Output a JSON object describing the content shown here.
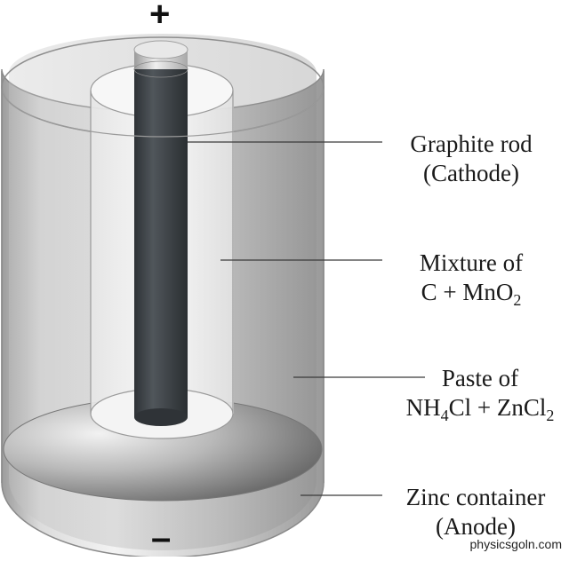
{
  "diagram": {
    "terminals": {
      "positive": "+",
      "negative": "–"
    },
    "labels": {
      "graphite_rod": {
        "line1": "Graphite rod",
        "line2": "(Cathode)"
      },
      "mixture": {
        "line1": "Mixture of",
        "line2_a": "C + MnO",
        "line2_sub": "2"
      },
      "paste": {
        "line1": "Paste of",
        "line2_a": "NH",
        "line2_sub1": "4",
        "line2_b": "Cl + ZnCl",
        "line2_sub2": "2"
      },
      "zinc": {
        "line1": "Zinc container",
        "line2": "(Anode)"
      }
    },
    "watermark": "physicsgoln.com",
    "colors": {
      "outer_cylinder": "#b5b5b5",
      "rod": "#3c4044",
      "inner_core": "#f2f2f2",
      "base_shadow": "#6e6e6e"
    }
  }
}
